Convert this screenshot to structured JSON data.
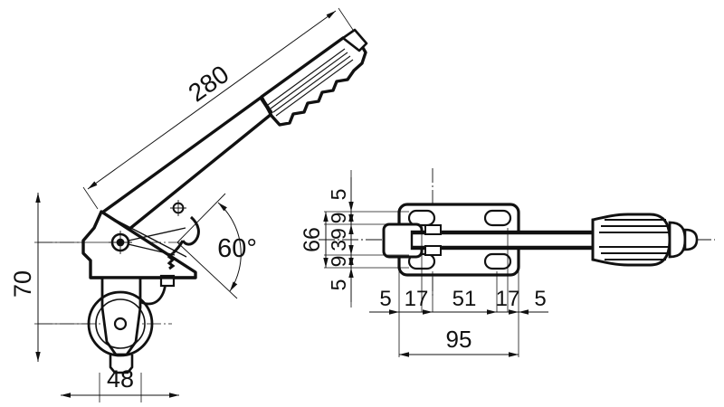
{
  "drawing": {
    "title": "Toggle clamp latch assembly technical drawing",
    "background_color": "#ffffff",
    "line_color": "#111111",
    "views": [
      {
        "name": "side-elevation-view",
        "description": "Side elevation of toggle clamp with inclined handle, triangular body, hook latch and caster wheel"
      },
      {
        "name": "plan-view",
        "description": "Plan view of base plate with four mounting slots, plunger rod and ribbed handle knob"
      }
    ]
  },
  "dimensions": {
    "side_view": {
      "handle_length": "280",
      "height": "70",
      "base_width": "48",
      "angle": "60°"
    },
    "plan_view": {
      "overall_height": "66",
      "overall_width": "95",
      "vertical_chain": [
        "5",
        "9",
        "39",
        "9",
        "5"
      ],
      "horizontal_chain": [
        "5",
        "17",
        "51",
        "17",
        "5"
      ]
    }
  },
  "labels": {
    "d280": "280",
    "d70": "70",
    "d48": "48",
    "d60": "60°",
    "d66": "66",
    "d95": "95",
    "v5_top": "5",
    "v9_top": "9",
    "v39": "39",
    "v9_bot": "9",
    "v5_bot": "5",
    "h5_left": "5",
    "h17_left": "17",
    "h51": "51",
    "h17_right": "17",
    "h5_right": "5"
  }
}
